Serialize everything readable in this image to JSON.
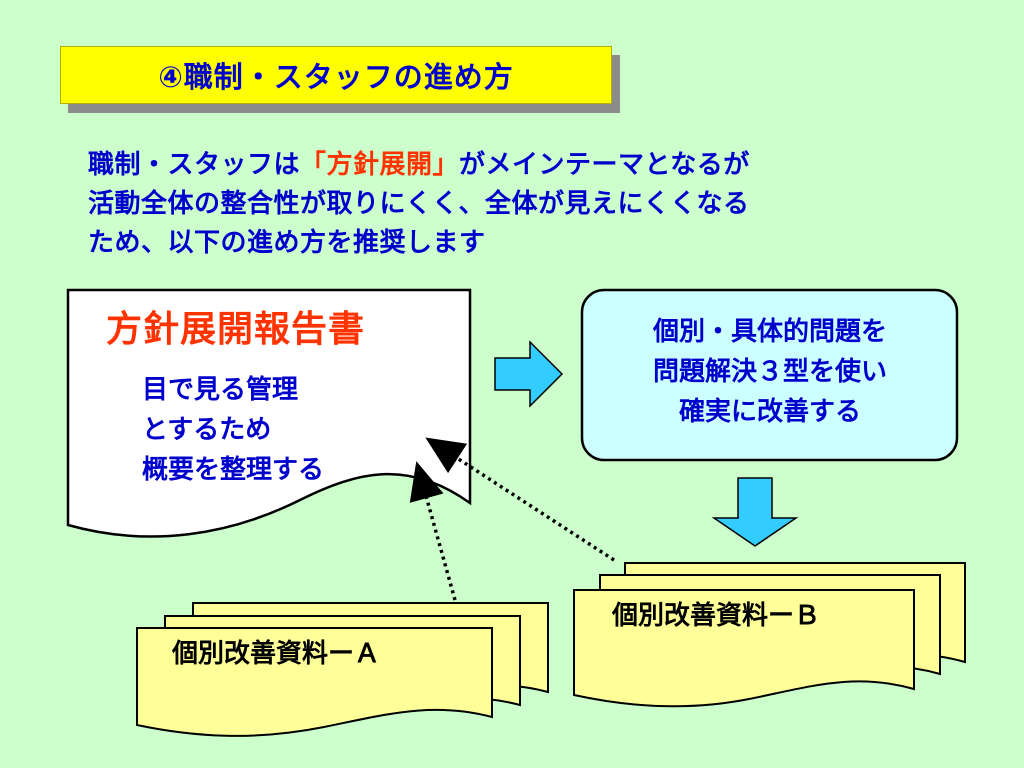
{
  "title": "④職制・スタッフの進め方",
  "intro": {
    "prefix": "職制・スタッフは",
    "highlight": "「方針展開」",
    "suffix": "がメインテーマとなるが",
    "line2": "活動全体の整合性が取りにくく、全体が見えにくくなる",
    "line3": "ため、以下の進め方を推奨します"
  },
  "report": {
    "title": "方針展開報告書",
    "lines": [
      "目で見る管理",
      "とするため",
      "概要を整理する"
    ]
  },
  "process": {
    "lines": [
      "個別・具体的問題を",
      "問題解決３型を使い",
      "確実に改善する"
    ]
  },
  "material_a": "個別改善資料ーＡ",
  "material_b": "個別改善資料ーＢ",
  "colors": {
    "background": "#ccffcc",
    "title_fill": "#ffff00",
    "text_blue": "#0000cc",
    "text_red": "#ff3300",
    "doc_fill": "#ffff99",
    "process_fill": "#ccffff",
    "arrow_fill": "#33ccff"
  }
}
